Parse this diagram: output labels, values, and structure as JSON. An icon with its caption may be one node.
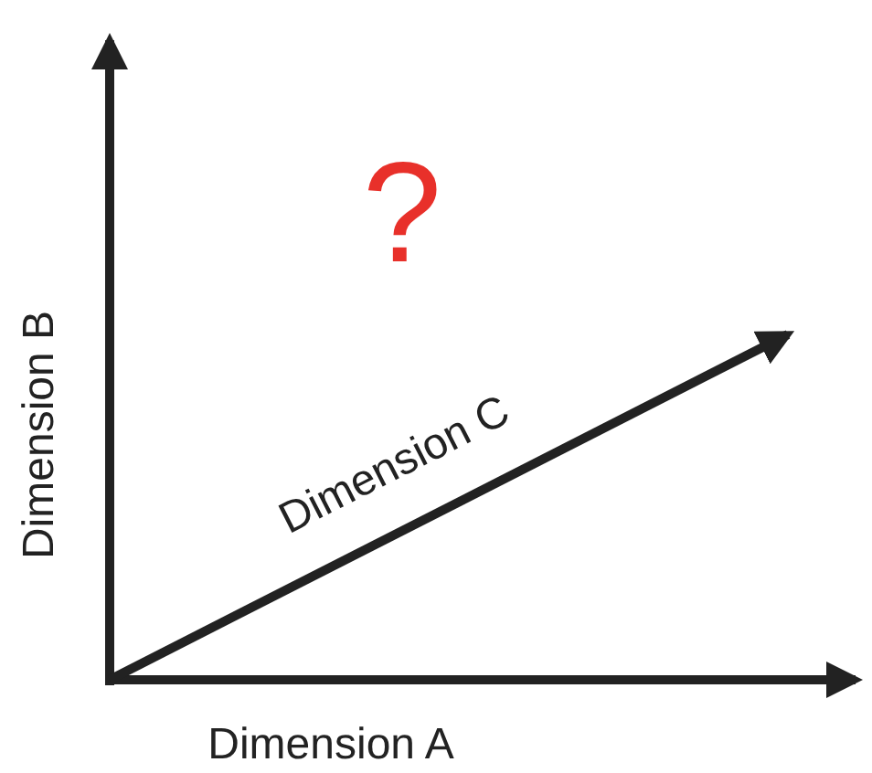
{
  "diagram": {
    "labels": [
      "?",
      "Dimension B",
      "Dimension C",
      "Dimension A"
    ]
  }
}
